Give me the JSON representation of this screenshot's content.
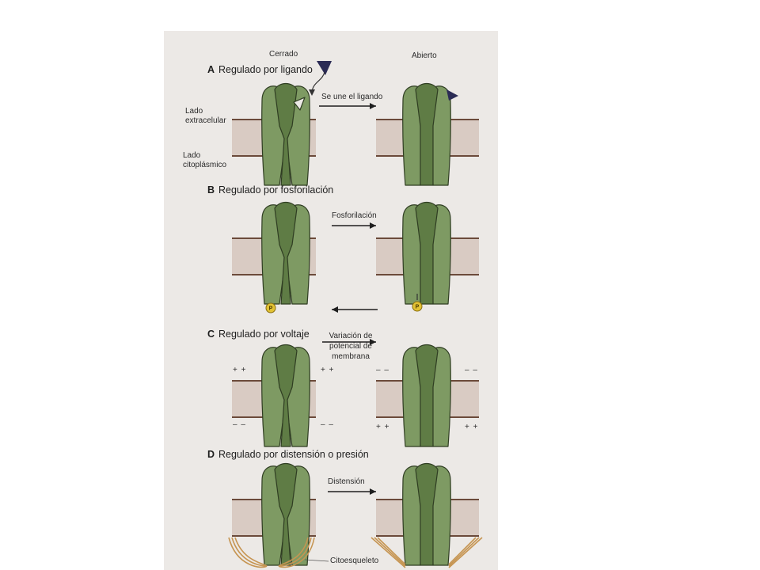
{
  "header": {
    "closed": "Cerrado",
    "open": "Abierto"
  },
  "sections": [
    {
      "letter": "A",
      "title": "Regulado por ligando",
      "arrow_label": "Se une el ligando"
    },
    {
      "letter": "B",
      "title": "Regulado por fosforilación",
      "arrow_label": "Fosforilación",
      "phospho_mark": "P"
    },
    {
      "letter": "C",
      "title": "Regulado por voltaje",
      "arrow_label": "Variación de potencial de membrana",
      "charge_plus": "+ +",
      "charge_minus": "– –"
    },
    {
      "letter": "D",
      "title": "Regulado por distensión o presión",
      "arrow_label": "Distensión",
      "cytoskeleton_label": "Citoesqueleto"
    }
  ],
  "side_labels": {
    "extracellular": "Lado extracelular",
    "cytoplasmic": "Lado citoplásmico"
  },
  "colors": {
    "panel_bg": "#ece9e6",
    "membrane_fill": "#d9cbc3",
    "membrane_line": "#6b4a3a",
    "channel_light": "#7e9a63",
    "channel_dark": "#5f7c45",
    "ligand": "#2b2b55",
    "phosphate": "#e2c233",
    "cytoskeleton": "#c69552"
  }
}
